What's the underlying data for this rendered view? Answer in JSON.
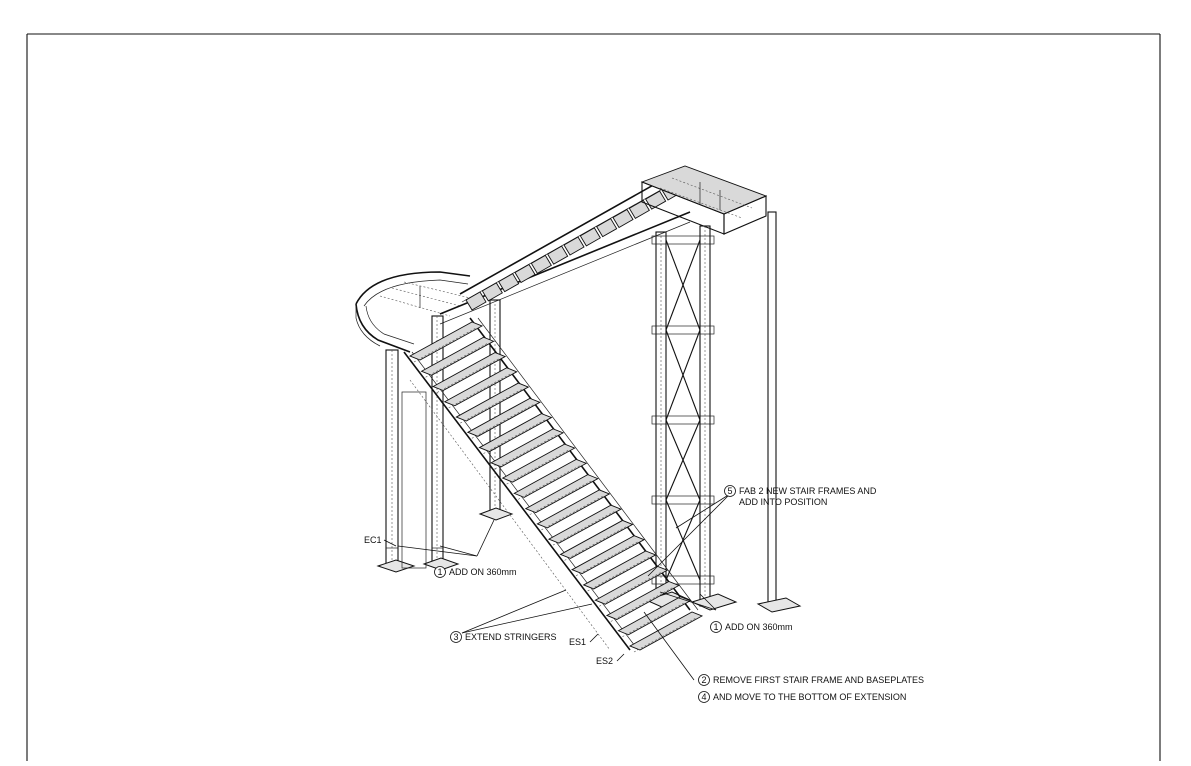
{
  "drawing": {
    "callouts": [
      {
        "num": "1",
        "text": "ADD ON 360mm"
      },
      {
        "num": "1",
        "text": "ADD ON 360mm"
      },
      {
        "num": "2",
        "text": "REMOVE FIRST STAIR FRAME AND BASEPLATES"
      },
      {
        "num": "3",
        "text": "EXTEND STRINGERS"
      },
      {
        "num": "4",
        "text": "AND MOVE TO THE BOTTOM OF EXTENSION"
      },
      {
        "num": "5",
        "text": "FAB 2 NEW STAIR FRAMES AND",
        "text2": "ADD INTO POSITION"
      }
    ],
    "labels": {
      "ec1": "EC1",
      "es1": "ES1",
      "es2": "ES2"
    }
  }
}
